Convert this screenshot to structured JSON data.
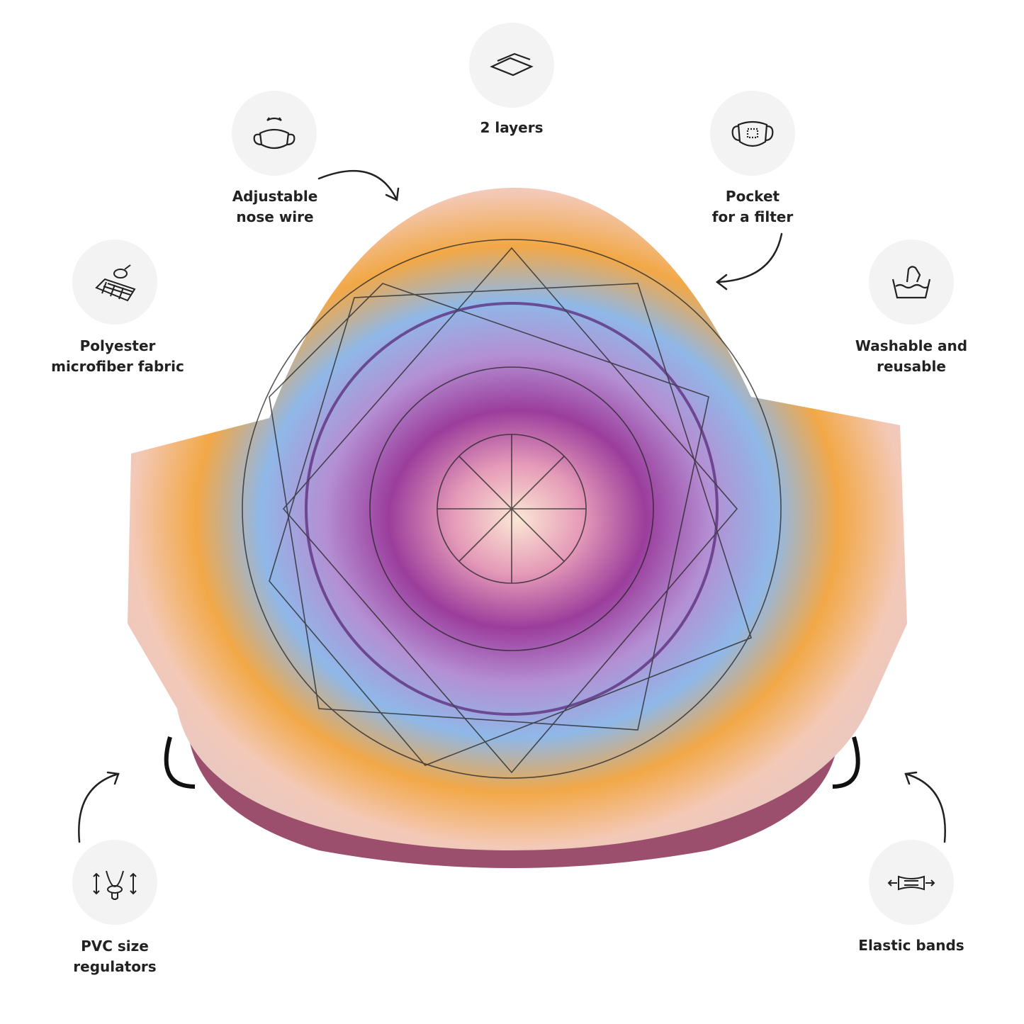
{
  "features": {
    "layers": {
      "lines": [
        "2 layers"
      ],
      "icon": "layers-icon"
    },
    "nose_wire": {
      "lines": [
        "Adjustable",
        "nose wire"
      ],
      "icon": "mask-nose-wire-icon"
    },
    "filter_pocket": {
      "lines": [
        "Pocket",
        "for a filter"
      ],
      "icon": "mask-filter-icon"
    },
    "fabric": {
      "lines": [
        "Polyester",
        "microfiber fabric"
      ],
      "icon": "fabric-icon"
    },
    "washable": {
      "lines": [
        "Washable and",
        "reusable"
      ],
      "icon": "hand-wash-icon"
    },
    "regulators": {
      "lines": [
        "PVC size",
        "regulators"
      ],
      "icon": "size-regulator-icon"
    },
    "elastic": {
      "lines": [
        "Elastic bands"
      ],
      "icon": "elastic-band-icon"
    }
  },
  "colors": {
    "badge": "#f3f3f3",
    "text": "#222222",
    "mask_trim": "#9c4f6c"
  }
}
